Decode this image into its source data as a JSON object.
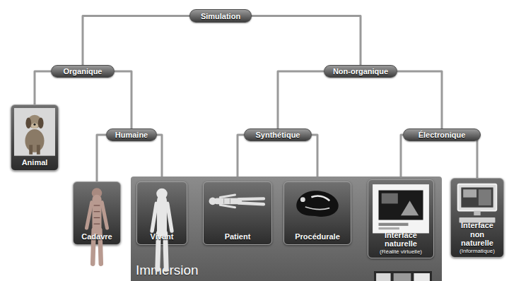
{
  "diagram": {
    "nodes": [
      {
        "text": [
          "Simulation"
        ]
      },
      {
        "text": [
          "Organique"
        ]
      },
      {
        "text": [
          "Non-organique"
        ]
      },
      {
        "text": [
          "Animal"
        ]
      },
      {
        "text": [
          "Humaine"
        ]
      },
      {
        "text": [
          "Synthétique"
        ]
      },
      {
        "text": [
          "Électronique"
        ]
      },
      {
        "text": [
          "Cadavre"
        ]
      },
      {
        "text": [
          "Immersion"
        ]
      },
      {
        "text": [
          "Vivant"
        ],
        "in": 8
      },
      {
        "text": [
          "Patient"
        ],
        "in": 8
      },
      {
        "text": [
          "Procédurale"
        ],
        "in": 8
      },
      {
        "text": [
          "Interface naturelle",
          "(Réalité virtuelle)"
        ],
        "in": 8
      },
      {
        "text": [
          "Interface non naturelle",
          "(Informatique)"
        ]
      }
    ],
    "edges": [
      {
        "from": 0,
        "to": 1,
        "arrow": "none"
      },
      {
        "from": 0,
        "to": 2,
        "arrow": "none"
      },
      {
        "from": 1,
        "to": 3,
        "arrow": "none"
      },
      {
        "from": 1,
        "to": 4,
        "arrow": "none"
      },
      {
        "from": 2,
        "to": 5,
        "arrow": "none"
      },
      {
        "from": 2,
        "to": 6,
        "arrow": "none"
      },
      {
        "from": 4,
        "to": 7,
        "arrow": "none"
      },
      {
        "from": 4,
        "to": 9,
        "arrow": "none"
      },
      {
        "from": 5,
        "to": 10,
        "arrow": "none"
      },
      {
        "from": 5,
        "to": 11,
        "arrow": "none"
      },
      {
        "from": 6,
        "to": 12,
        "arrow": "none"
      },
      {
        "from": 6,
        "to": 13,
        "arrow": "none"
      }
    ]
  }
}
